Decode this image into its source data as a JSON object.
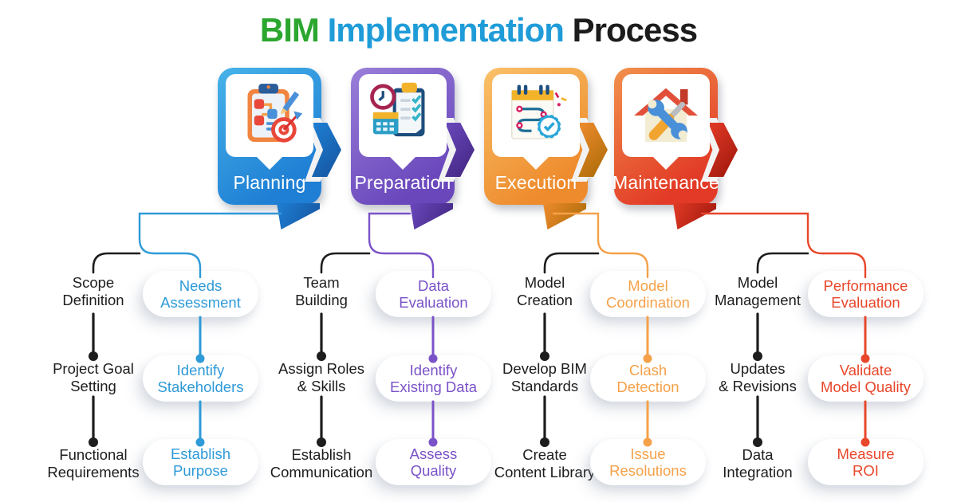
{
  "title": {
    "part1": "BIM",
    "part2": "Implementation",
    "part3": "Process",
    "part1_color": "#2ba62e",
    "part2_color": "#1f9cd8",
    "part3_color": "#1c1c1c"
  },
  "groups": [
    {
      "stage": "Planning",
      "icon": "planning-clipboard-target-icon",
      "colors": {
        "light": "#47b3e9",
        "dark": "#1f7fd4",
        "accent": "#2e9ad8",
        "tail": "#14539e"
      },
      "left_items": [
        "Scope\nDefinition",
        "Project Goal\nSetting",
        "Functional\nRequirements"
      ],
      "right_items": [
        "Needs\nAssessment",
        "Identify\nStakeholders",
        "Establish\nPurpose"
      ]
    },
    {
      "stage": "Preparation",
      "icon": "preparation-checklist-clock-icon",
      "colors": {
        "light": "#9a7fd9",
        "dark": "#6a48bc",
        "accent": "#7a52c8",
        "tail": "#40257f"
      },
      "left_items": [
        "Team\nBuilding",
        "Assign Roles\n& Skills",
        "Establish\nCommunication"
      ],
      "right_items": [
        "Data\nEvaluation",
        "Identify\nExisting Data",
        "Assess\nQuality"
      ]
    },
    {
      "stage": "Execution",
      "icon": "execution-schedule-gear-icon",
      "colors": {
        "light": "#f9c169",
        "dark": "#ee8b2d",
        "accent": "#f5a149",
        "tail": "#a86a06"
      },
      "left_items": [
        "Model\nCreation",
        "Develop BIM\nStandards",
        "Create\nContent Library"
      ],
      "right_items": [
        "Model\nCoordination",
        "Clash\nDetection",
        "Issue\nResolutions"
      ]
    },
    {
      "stage": "Maintenance",
      "icon": "maintenance-house-tools-icon",
      "colors": {
        "light": "#f2914c",
        "dark": "#e23a26",
        "accent": "#e8472b",
        "tail": "#9c160a"
      },
      "left_items": [
        "Model\nManagement",
        "Updates\n& Revisions",
        "Data\nIntegration"
      ],
      "right_items": [
        "Performance\nEvaluation",
        "Validate\nModel Quality",
        "Measure\nROI"
      ]
    }
  ]
}
